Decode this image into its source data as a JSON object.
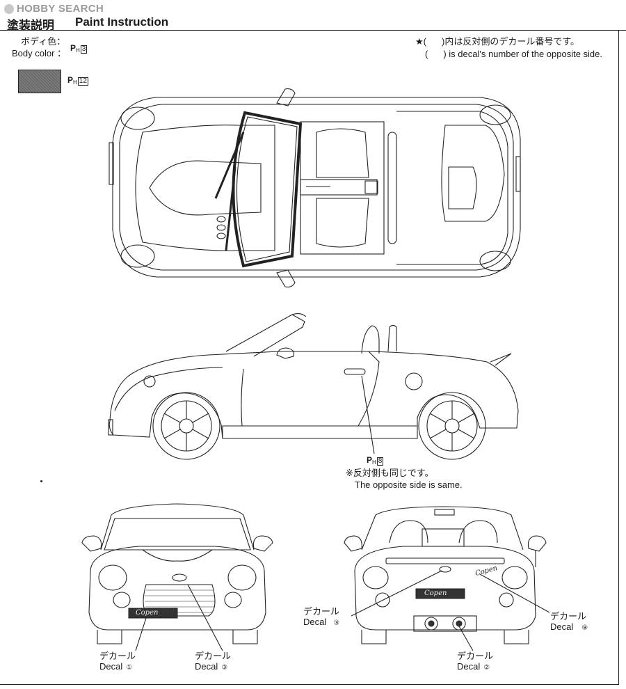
{
  "header": {
    "logo_text": "HOBBY SEARCH",
    "title_jp": "塗装説明",
    "title_en": "Paint Instruction"
  },
  "body_color": {
    "label_jp": "ボディ色：",
    "label_en": "Body color ：",
    "code_prefix": "P",
    "code_sub": "H",
    "code_number": "3"
  },
  "swatch": {
    "color": "#6b6b6b",
    "code_prefix": "P",
    "code_sub": "H",
    "code_number": "12"
  },
  "note": {
    "star": "★(",
    "jp_rest": ")内は反対側のデカール番号です。",
    "en_open": "(",
    "en_rest": ") is decal's number of the opposite side."
  },
  "side_view": {
    "code_prefix": "P",
    "code_sub": "H",
    "code_number": "8",
    "note_jp": "※反対側も同じです。",
    "note_en": "The opposite side is same."
  },
  "decals": [
    {
      "jp": "デカール",
      "en": "Decal",
      "number": "①"
    },
    {
      "jp": "デカール",
      "en": "Decal",
      "number": "③"
    },
    {
      "jp": "デカール",
      "en": "Decal",
      "number": "③"
    },
    {
      "jp": "デカール",
      "en": "Decal",
      "number": "②"
    },
    {
      "jp": "デカール",
      "en": "Decal",
      "number": "⑨"
    }
  ],
  "car_badge_text": "Copen"
}
